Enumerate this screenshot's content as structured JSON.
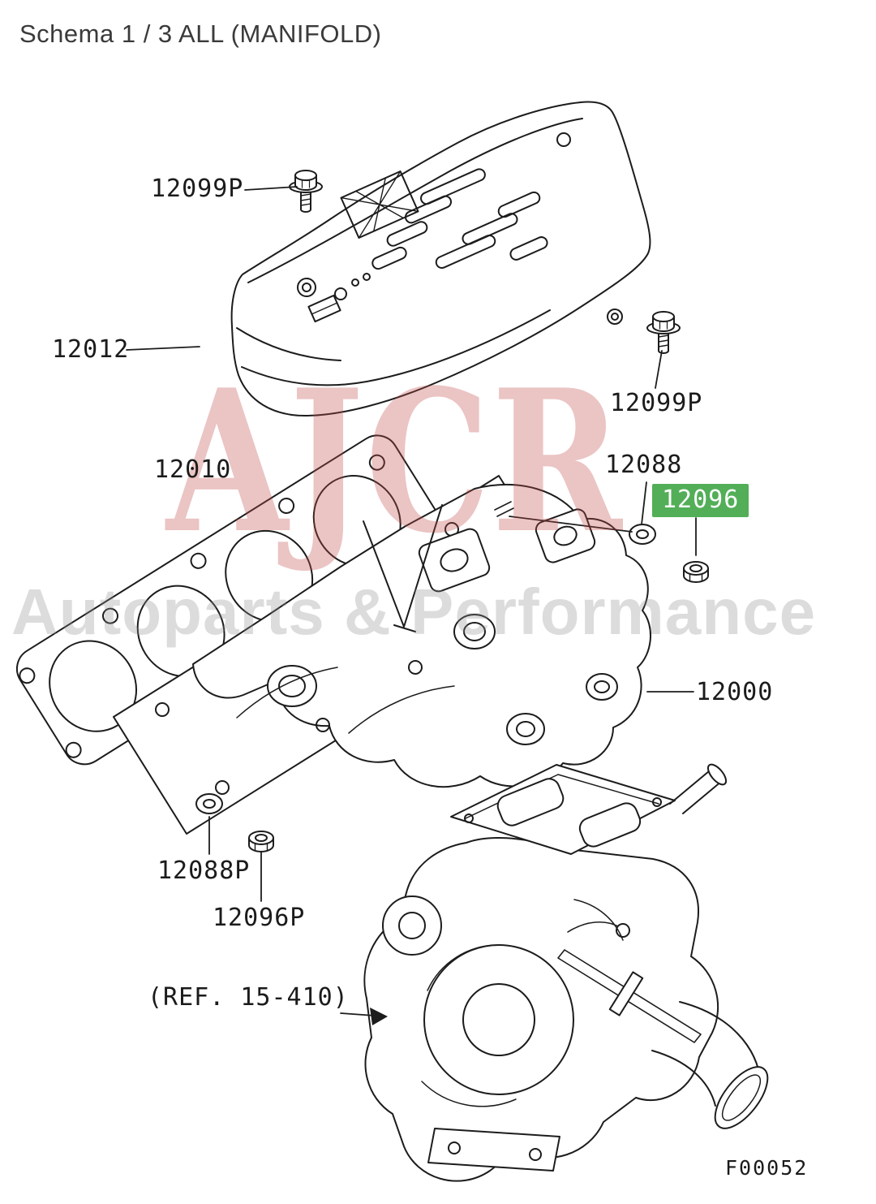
{
  "page": {
    "title": "Schema 1 / 3 ALL (MANIFOLD)",
    "figure_code": "F00052"
  },
  "watermark": {
    "brand": "AJCR",
    "tagline": "Autoparts & Performance"
  },
  "colors": {
    "line": "#1c1c1c",
    "label_text": "#1b1b1b",
    "highlight_background": "#53ae58",
    "highlight_text": "#ffffff",
    "watermark_brand": "#c24a4a",
    "watermark_tagline": "#8f8f8f"
  },
  "parts": [
    {
      "label": "12099P",
      "highlighted": false
    },
    {
      "label": "12012",
      "highlighted": false
    },
    {
      "label": "12099P",
      "highlighted": false
    },
    {
      "label": "12010",
      "highlighted": false
    },
    {
      "label": "12088",
      "highlighted": false
    },
    {
      "label": "12096",
      "highlighted": true
    },
    {
      "label": "12000",
      "highlighted": false
    },
    {
      "label": "12088P",
      "highlighted": false
    },
    {
      "label": "12096P",
      "highlighted": false
    }
  ],
  "reference": {
    "label": "(REF. 15-410)"
  }
}
